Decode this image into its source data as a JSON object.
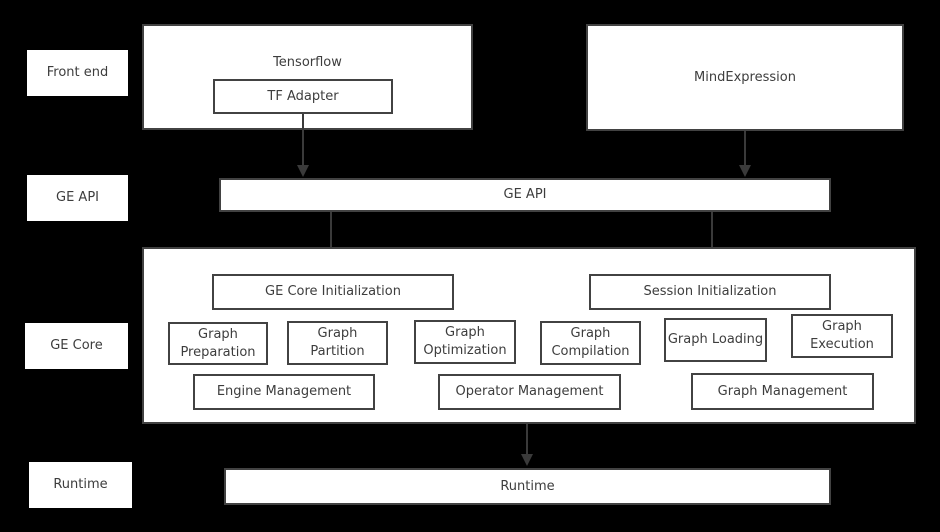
{
  "colors": {
    "background": "#000000",
    "box_fill": "#ffffff",
    "border": "#424242",
    "text": "#3d3d3d",
    "arrow": "#3a3a3a"
  },
  "layers": [
    {
      "label": "Front end"
    },
    {
      "label": "GE API"
    },
    {
      "label": "GE Core"
    },
    {
      "label": "Runtime"
    }
  ],
  "front_end": {
    "tensorflow_label": "Tensorflow",
    "tf_adapter_label": "TF Adapter",
    "mindexpression_label": "MindExpression"
  },
  "ge_api": {
    "label": "GE API"
  },
  "ge_core": {
    "init": [
      {
        "label": "GE Core Initialization"
      },
      {
        "label": "Session Initialization"
      }
    ],
    "stages": [
      {
        "label": "Graph Preparation"
      },
      {
        "label": "Graph Partition"
      },
      {
        "label": "Graph Optimization"
      },
      {
        "label": "Graph Compilation"
      },
      {
        "label": "Graph Loading"
      },
      {
        "label": "Graph Execution"
      }
    ],
    "management": [
      {
        "label": "Engine Management"
      },
      {
        "label": "Operator Management"
      },
      {
        "label": "Graph Management"
      }
    ]
  },
  "runtime": {
    "label": "Runtime"
  }
}
